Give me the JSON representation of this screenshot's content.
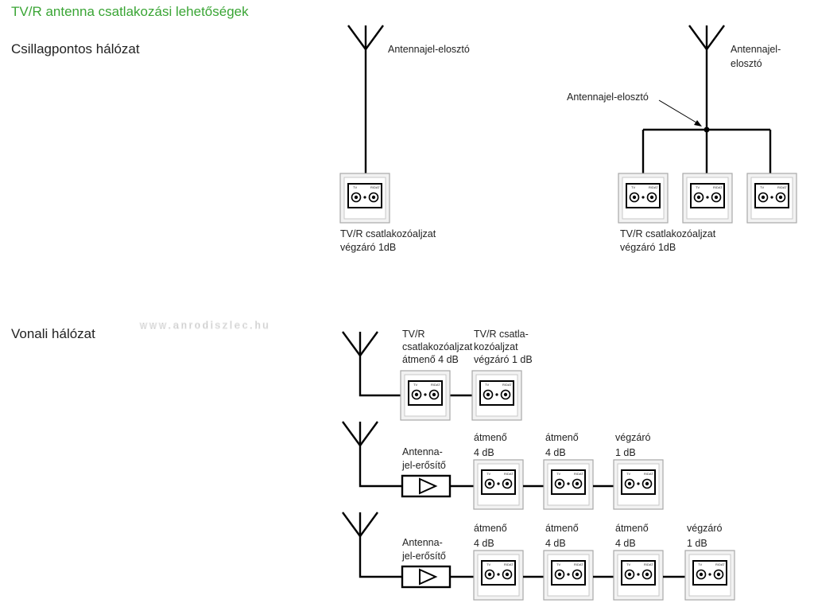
{
  "title": "TV/R antenna csatlakozási lehetőségek",
  "watermark": "www.anrodiszlec.hu",
  "colors": {
    "title": "#3aa535",
    "line": "#000000",
    "socket_frame": "#c8c8c8"
  },
  "star_network": {
    "title": "Csillagpontos hálózat",
    "single": {
      "antenna_label": "Antennajel-elosztó",
      "socket_caption": [
        "TV/R csatlakozóaljzat",
        "végzáró 1dB"
      ]
    },
    "split": {
      "antenna_label": [
        "Antennajel-",
        "elosztó"
      ],
      "splitter_label": "Antennajel-elosztó",
      "socket_caption": [
        "TV/R csatlakozóaljzat",
        "végzáró 1dB"
      ]
    }
  },
  "line_network": {
    "title": "Vonali hálózat",
    "row1": {
      "labels": [
        [
          "TV/R",
          "csatlakozóaljzat",
          "átmenő 4 dB"
        ],
        [
          "TV/R csatla-",
          "kozóaljzat",
          "végzáró 1 dB"
        ]
      ]
    },
    "row2": {
      "amplifier_label": [
        "Antenna-",
        "jel-erősítő"
      ],
      "labels": [
        [
          "átmenő",
          "4 dB"
        ],
        [
          "átmenő",
          "4 dB"
        ],
        [
          "végzáró",
          "1 dB"
        ]
      ]
    },
    "row3": {
      "amplifier_label": [
        "Antenna-",
        "jel-erősítő"
      ],
      "labels": [
        [
          "átmenő",
          "4 dB"
        ],
        [
          "átmenő",
          "4 dB"
        ],
        [
          "átmenő",
          "4 dB"
        ],
        [
          "végzáró",
          "1 dB"
        ]
      ]
    }
  },
  "socket_face_labels": [
    "TV",
    "R/DAT"
  ],
  "icons": [
    "antenna-icon",
    "tv-socket-icon",
    "amplifier-icon",
    "splitter-node-icon"
  ]
}
